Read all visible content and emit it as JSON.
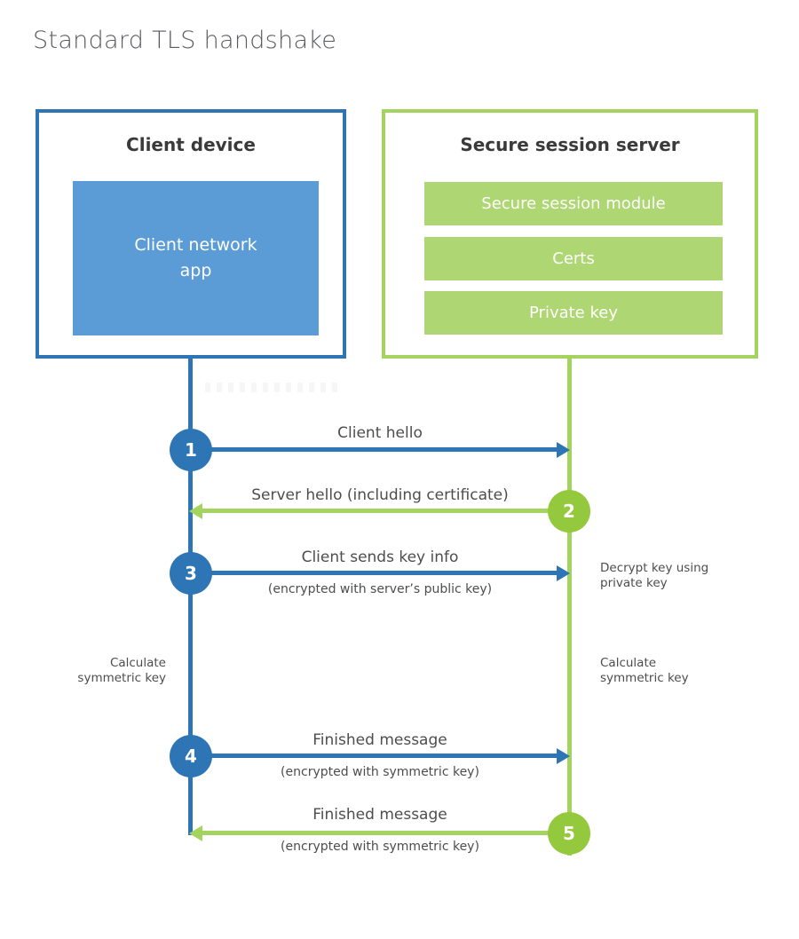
{
  "title": "Standard TLS handshake",
  "client": {
    "title": "Client device",
    "app": "Client network app"
  },
  "server": {
    "title": "Secure session server",
    "modules": [
      "Secure session module",
      "Certs",
      "Private key"
    ]
  },
  "steps": [
    {
      "num": "1",
      "label": "Client hello",
      "sublabel": "",
      "direction": "right",
      "from": "client"
    },
    {
      "num": "2",
      "label": "Server hello (including certificate)",
      "sublabel": "",
      "direction": "left",
      "from": "server"
    },
    {
      "num": "3",
      "label": "Client sends key info",
      "sublabel": "(encrypted with server’s public key)",
      "direction": "right",
      "from": "client"
    },
    {
      "num": "4",
      "label": "Finished message",
      "sublabel": "(encrypted with symmetric key)",
      "direction": "right",
      "from": "client"
    },
    {
      "num": "5",
      "label": "Finished message",
      "sublabel": "(encrypted with symmetric key)",
      "direction": "left",
      "from": "server"
    }
  ],
  "notes": {
    "decrypt": "Decrypt key using private key",
    "calculate_left": "Calculate symmetric key",
    "calculate_right": "Calculate symmetric key"
  },
  "colors": {
    "blue_border": "#2e75b6",
    "blue_fill": "#5b9cd6",
    "green_border": "#a5d35f",
    "green_fill": "#aed672",
    "green_circle": "#94c83d",
    "text_dark": "#3a3a3a",
    "text_gray": "#4d4d4d",
    "title_gray": "#595b5e"
  }
}
